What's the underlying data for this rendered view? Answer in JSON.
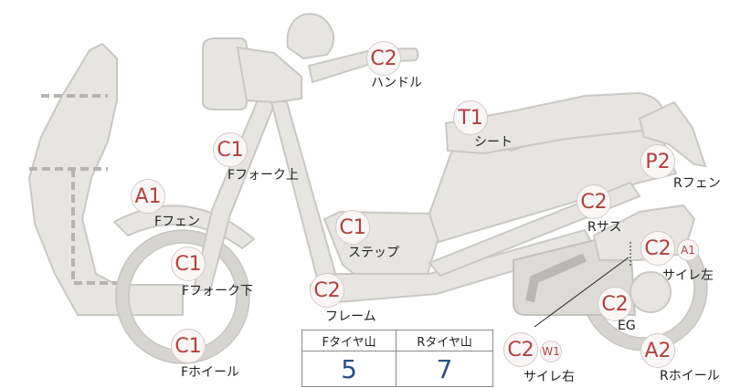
{
  "tread": {
    "front_header": "Fタイヤ山",
    "rear_header": "Rタイヤ山",
    "front_value": "5",
    "rear_value": "7"
  },
  "parts": {
    "handle": {
      "grade": "C2",
      "label": "ハンドル"
    },
    "seat": {
      "grade": "T1",
      "label": "シート"
    },
    "fork_upper": {
      "grade": "C1",
      "label": "Fフォーク上"
    },
    "rear_fender": {
      "grade": "P2",
      "label": "Rフェン"
    },
    "front_fender": {
      "grade": "A1",
      "label": "Fフェン"
    },
    "rear_suspension": {
      "grade": "C2",
      "label": "Rサス"
    },
    "step": {
      "grade": "C1",
      "label": "ステップ"
    },
    "muffler_left": {
      "grade": "C2",
      "sub": "A1",
      "label": "サイレ左"
    },
    "fork_lower": {
      "grade": "C1",
      "label": "Fフォーク下"
    },
    "frame": {
      "grade": "C2",
      "label": "フレーム"
    },
    "engine": {
      "grade": "C2",
      "label": "EG"
    },
    "front_wheel": {
      "grade": "C1",
      "label": "Fホイール"
    },
    "muffler_right": {
      "grade": "C2",
      "sub": "W1",
      "label": "サイレ右"
    },
    "rear_wheel": {
      "grade": "A2",
      "label": "Rホイール"
    }
  }
}
